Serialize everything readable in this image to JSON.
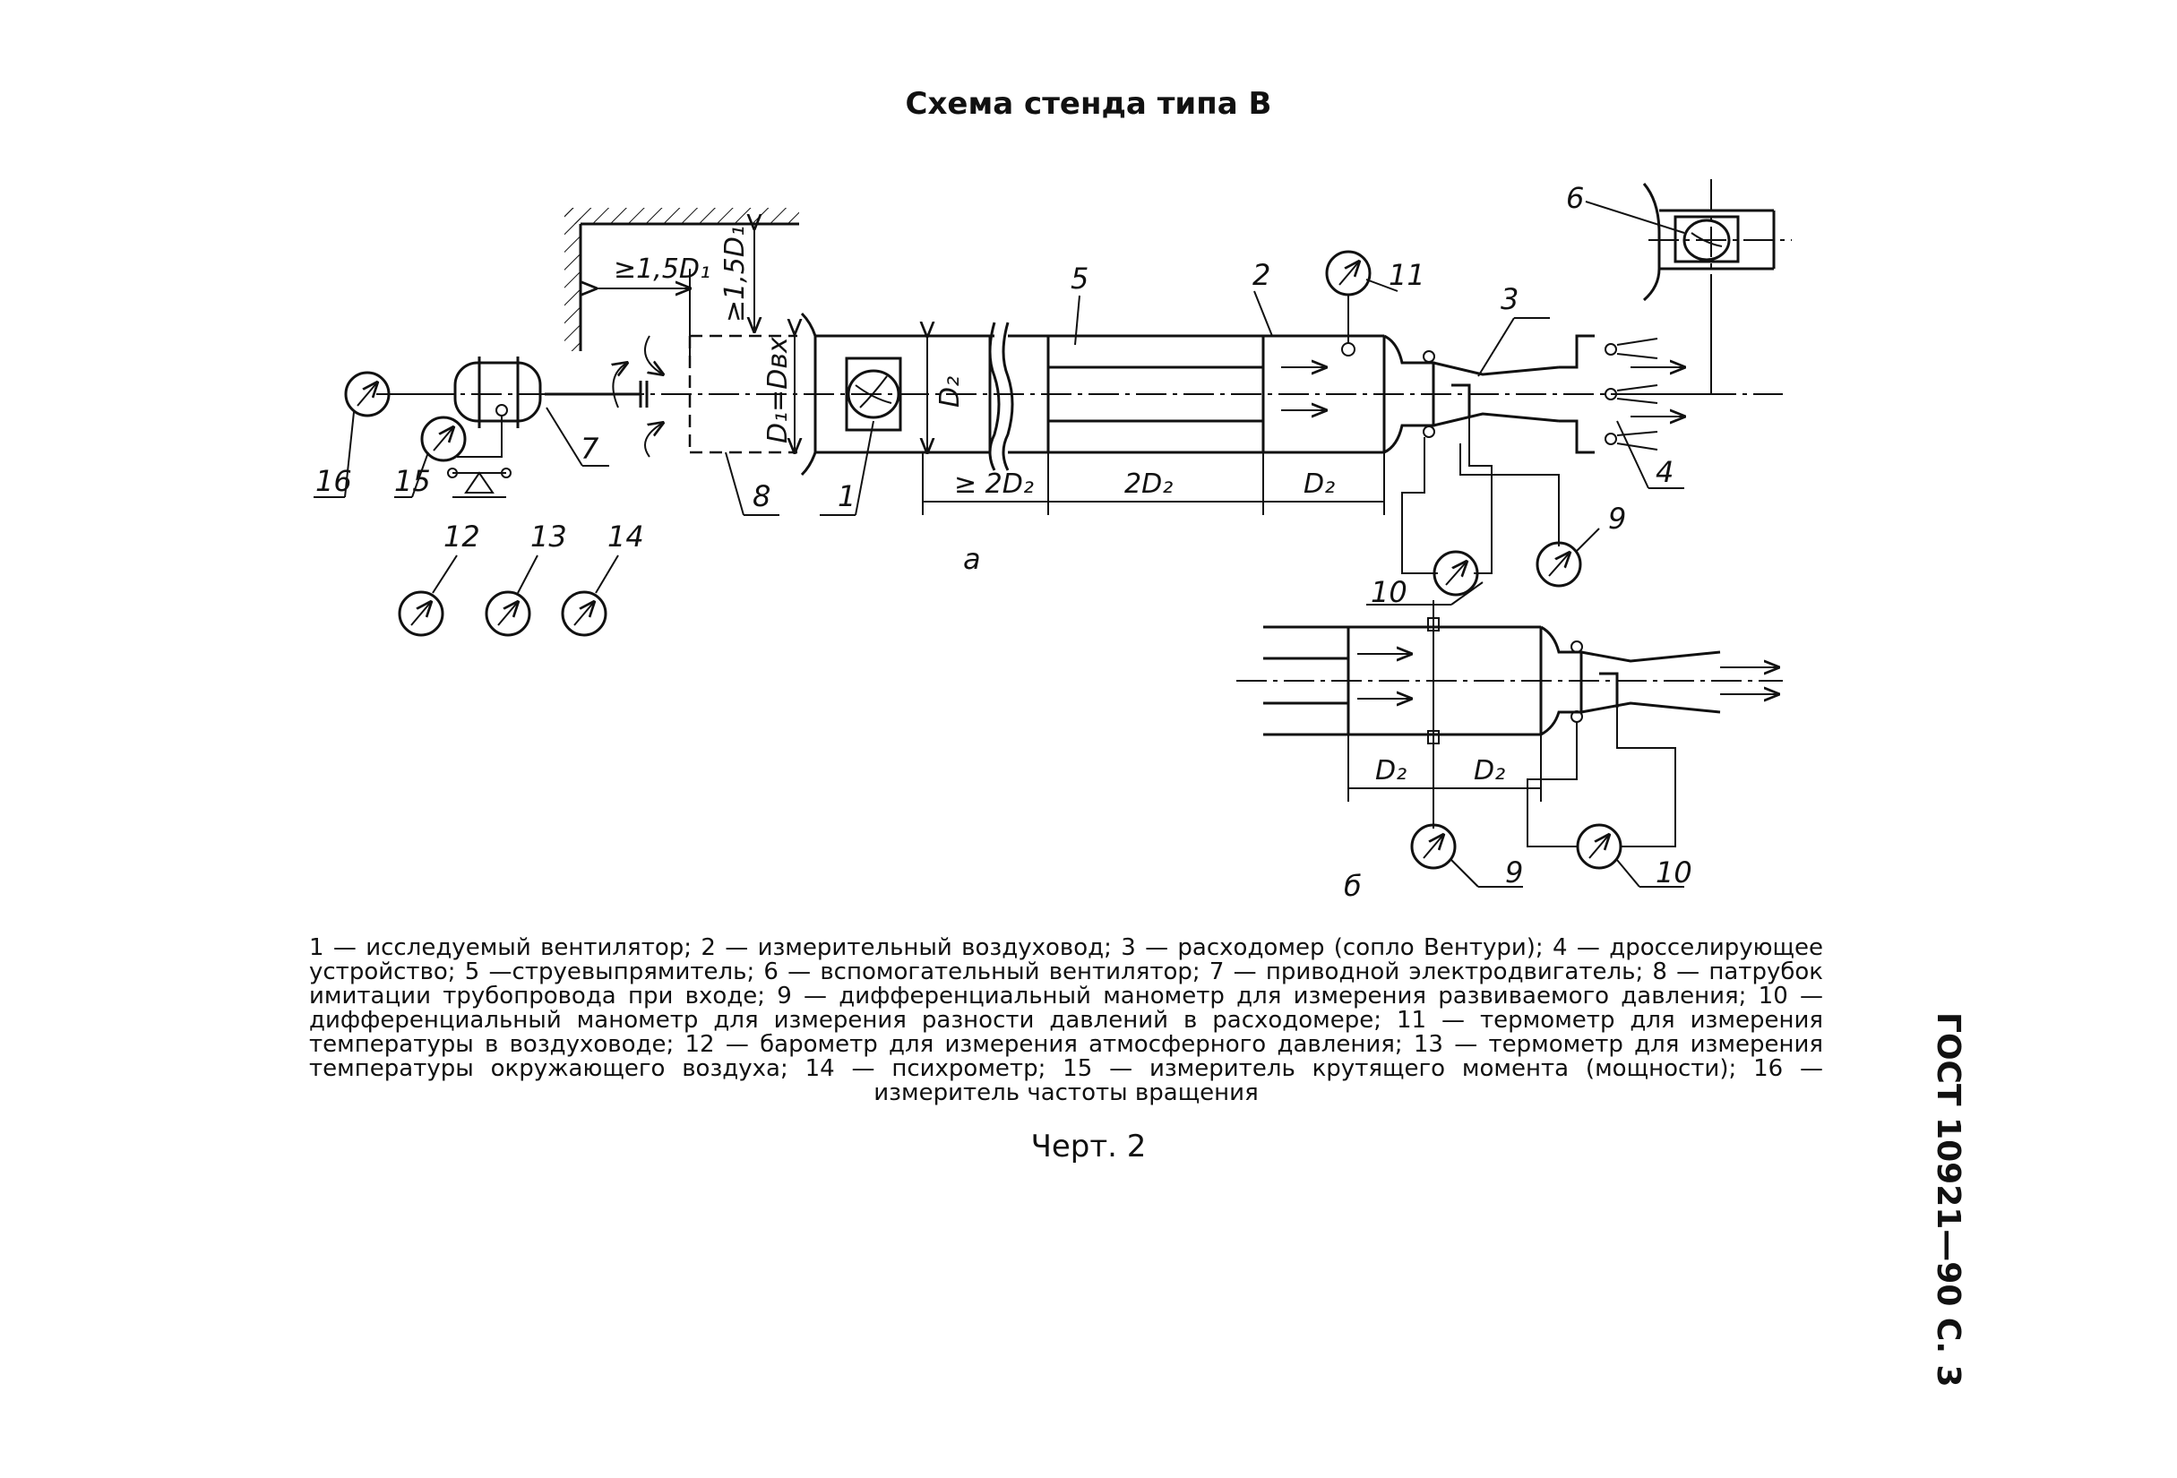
{
  "title": "Схема стенда типа В",
  "diagram": {
    "labels": {
      "n1": "1",
      "n2": "2",
      "n3": "3",
      "n4": "4",
      "n5": "5",
      "n6": "6",
      "n7": "7",
      "n8": "8",
      "n9": "9",
      "n10": "10",
      "n11": "11",
      "n12": "12",
      "n13": "13",
      "n14": "14",
      "n15": "15",
      "n16": "16",
      "b_n9": "9",
      "b_n10": "10"
    },
    "dimensions": {
      "dist_h": "≥1,5D₁",
      "dist_v": "≥1,5D₁",
      "d1": "D₁=Dвх",
      "d2": "D₂",
      "len_a": "≥ 2D₂",
      "len_b": "2D₂",
      "len_c": "D₂",
      "b_len1": "D₂",
      "b_len2": "D₂"
    },
    "subfig_a": "а",
    "subfig_b": "б"
  },
  "legend": "1 — исследуемый вентилятор; 2 — измерительный воздуховод; 3 — расходомер (сопло Вентури); 4 — дросселирующее устройство; 5 —струевыпрямитель; 6 — вспомогательный вентилятор; 7 — приводной электродвигатель; 8 — патрубок имитации трубопровода при входе; 9 — дифференциальный манометр для измерения развиваемого давления; 10 — дифференциальный манометр для измерения разности давлений в расходомере; 11 — термометр для измерения температуры в воздуховоде; 12 — барометр для измерения атмосферного давления; 13 — термометр для измерения температуры окружающего воздуха; 14 — психрометр; 15 — измеритель крутящего момента (мощности); 16 — измеритель частоты вращения",
  "figure_caption": "Черт. 2",
  "side_header": "ГОСТ 10921—90 С. 3"
}
